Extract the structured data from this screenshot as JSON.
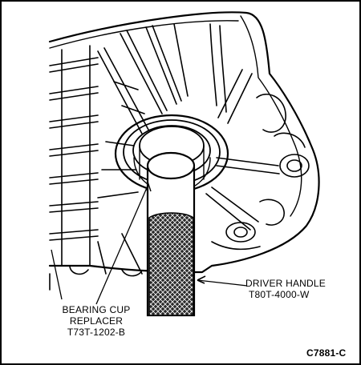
{
  "callouts": {
    "driver_handle": {
      "name": "DRIVER HANDLE",
      "part": "T80T-4000-W"
    },
    "bearing_cup": {
      "line1": "BEARING CUP",
      "line2": "REPLACER",
      "part": "T73T-1202-B"
    }
  },
  "figure_id": "C7881-C"
}
